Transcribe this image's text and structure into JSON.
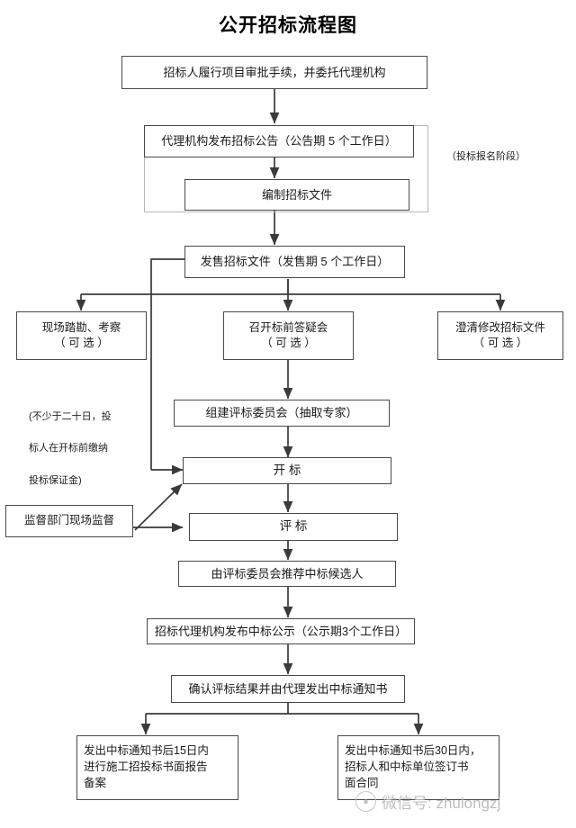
{
  "title": "公开招标流程图",
  "nodes": {
    "approval": "招标人履行项目审批手续，并委托代理机构",
    "announcement": "代理机构发布招标公告（公告期 5 个工作日）",
    "prepare_docs": "编制招标文件",
    "sell_docs": "发售招标文件（发售期 5 个工作日）",
    "site_survey_l1": "现场踏勘、考察",
    "site_survey_l2": "（ 可 选 ）",
    "pre_bid_meeting_l1": "召开标前答疑会",
    "pre_bid_meeting_l2": "（ 可 选 ）",
    "clarify_docs_l1": "澄清修改招标文件",
    "clarify_docs_l2": "（ 可 选 ）",
    "committee": "组建评标委员会（抽取专家）",
    "bid_opening": "开 标",
    "bid_evaluation": "评 标",
    "supervision": "监督部门现场监督",
    "recommend": "由评标委员会推荐中标候选人",
    "public_notice": "招标代理机构发布中标公示（公示期3个工作日）",
    "confirm_notice": "确认评标结果并由代理发出中标通知书",
    "filing_l1": "发出中标通知书后15日内",
    "filing_l2": "进行施工招投标书面报告",
    "filing_l3": "备案",
    "contract_l1": "发出中标通知书后30日内，",
    "contract_l2": "招标人和中标单位签订书",
    "contract_l3": "面合同"
  },
  "annotations": {
    "registration_stage": "（投标报名阶段）",
    "deposit_note_l1": "(不少于二十日，投",
    "deposit_note_l2": "标人在开标前缴纳",
    "deposit_note_l3": "投标保证金)"
  },
  "watermark": {
    "text": "微信号: zhulongzj",
    "badge_icon": "wechat-icon"
  },
  "colors": {
    "box_border": "#4a4a4a",
    "outer_border": "#b9b9b9",
    "line": "#3a3a3a",
    "text": "#1a1a1a",
    "watermark": "#b8b8b8"
  },
  "flowchart_structure": {
    "type": "flowchart",
    "orientation": "top-to-bottom",
    "edges": [
      {
        "from": "approval",
        "to": "announcement"
      },
      {
        "from": "announcement",
        "to": "prepare_docs"
      },
      {
        "from": "prepare_docs",
        "to": "sell_docs"
      },
      {
        "from": "sell_docs",
        "to": "site_survey"
      },
      {
        "from": "sell_docs",
        "to": "pre_bid_meeting"
      },
      {
        "from": "sell_docs",
        "to": "clarify_docs"
      },
      {
        "from": "sell_docs",
        "to": "bid_opening",
        "style": "bypass-left"
      },
      {
        "from": "pre_bid_meeting",
        "to": "committee"
      },
      {
        "from": "committee",
        "to": "bid_opening"
      },
      {
        "from": "bid_opening",
        "to": "bid_evaluation"
      },
      {
        "from": "supervision",
        "to": "bid_opening",
        "style": "diagonal"
      },
      {
        "from": "supervision",
        "to": "bid_evaluation"
      },
      {
        "from": "bid_evaluation",
        "to": "recommend"
      },
      {
        "from": "recommend",
        "to": "public_notice"
      },
      {
        "from": "public_notice",
        "to": "confirm_notice"
      },
      {
        "from": "confirm_notice",
        "to": "filing"
      },
      {
        "from": "confirm_notice",
        "to": "contract"
      }
    ]
  }
}
